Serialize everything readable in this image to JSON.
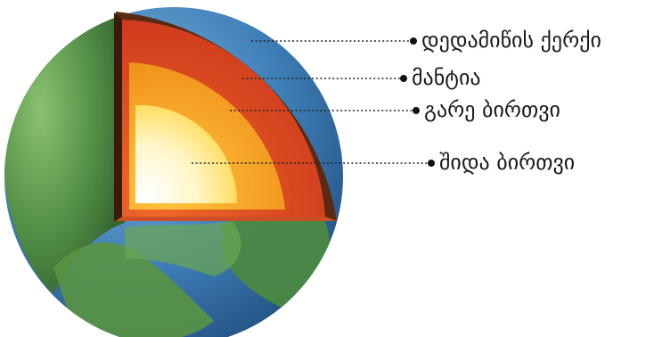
{
  "diagram": {
    "labels": {
      "crust": "დედამიწის ქერქი",
      "mantle": "მანტია",
      "outer_core": "გარე ბირთვი",
      "inner_core": "შიდა ბირთვი"
    },
    "colors": {
      "ocean": "#3f7fb8",
      "land": "#4f8a3c",
      "crust": "#5a2a12",
      "mantle": "#d8421e",
      "outer_core": "#f29a1c",
      "inner_core": "#fff4c2",
      "leader": "#222222"
    }
  }
}
